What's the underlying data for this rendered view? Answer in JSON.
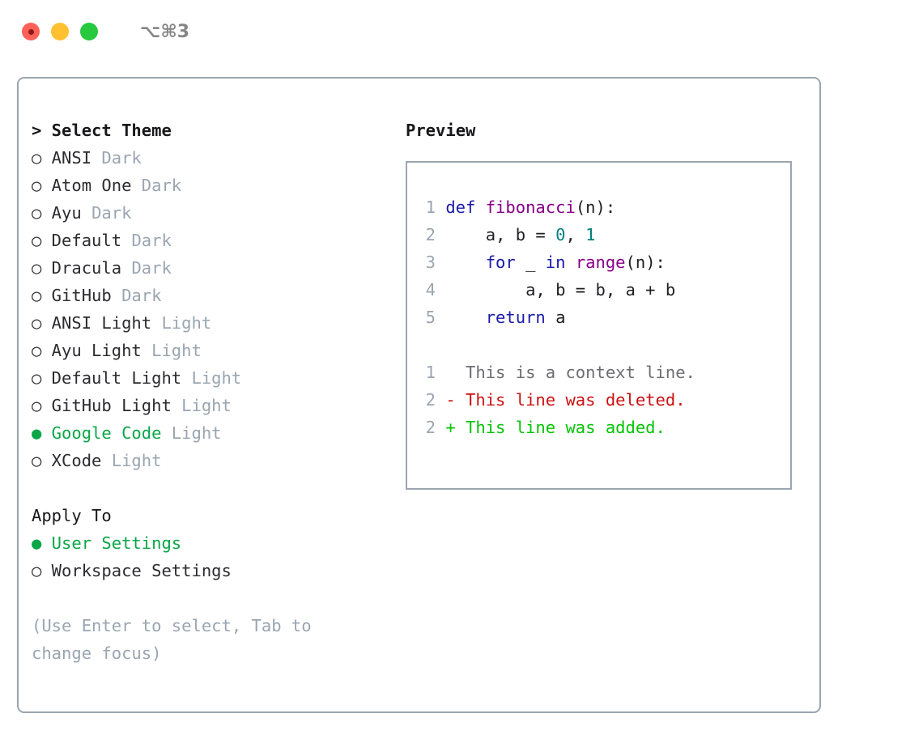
{
  "titlebar": {
    "shortcut": "⌥⌘3",
    "buttons": [
      {
        "name": "close",
        "color": "#ff6058"
      },
      {
        "name": "minimize",
        "color": "#ffc130"
      },
      {
        "name": "maximize",
        "color": "#27c93f"
      }
    ]
  },
  "theme_panel": {
    "heading": "> Select Theme",
    "bullet_selected": "●",
    "bullet_unselected": "○",
    "options": [
      {
        "bullet": "○",
        "name": "ANSI",
        "tag": "Dark",
        "selected": false
      },
      {
        "bullet": "○",
        "name": "Atom One",
        "tag": "Dark",
        "selected": false
      },
      {
        "bullet": "○",
        "name": "Ayu",
        "tag": "Dark",
        "selected": false
      },
      {
        "bullet": "○",
        "name": "Default",
        "tag": "Dark",
        "selected": false
      },
      {
        "bullet": "○",
        "name": "Dracula",
        "tag": "Dark",
        "selected": false
      },
      {
        "bullet": "○",
        "name": "GitHub",
        "tag": "Dark",
        "selected": false
      },
      {
        "bullet": "○",
        "name": "ANSI Light",
        "tag": "Light",
        "selected": false
      },
      {
        "bullet": "○",
        "name": "Ayu Light",
        "tag": "Light",
        "selected": false
      },
      {
        "bullet": "○",
        "name": "Default Light",
        "tag": "Light",
        "selected": false
      },
      {
        "bullet": "○",
        "name": "GitHub Light",
        "tag": "Light",
        "selected": false
      },
      {
        "bullet": "●",
        "name": "Google Code",
        "tag": "Light",
        "selected": true
      },
      {
        "bullet": "○",
        "name": "XCode",
        "tag": "Light",
        "selected": false
      }
    ]
  },
  "apply_panel": {
    "heading": "Apply To",
    "options": [
      {
        "bullet": "●",
        "name": "User Settings",
        "selected": true
      },
      {
        "bullet": "○",
        "name": "Workspace Settings",
        "selected": false
      }
    ]
  },
  "hint": "(Use Enter to select, Tab to change focus)",
  "preview": {
    "title": "Preview",
    "code_lines": [
      {
        "number": "1",
        "tokens": [
          {
            "t": "def",
            "c": "kw"
          },
          {
            "t": " ",
            "c": "plain"
          },
          {
            "t": "fibonacci",
            "c": "fn"
          },
          {
            "t": "(n):",
            "c": "plain"
          }
        ]
      },
      {
        "number": "2",
        "tokens": [
          {
            "t": "    a, b = ",
            "c": "plain"
          },
          {
            "t": "0",
            "c": "num"
          },
          {
            "t": ", ",
            "c": "plain"
          },
          {
            "t": "1",
            "c": "num"
          }
        ]
      },
      {
        "number": "3",
        "tokens": [
          {
            "t": "    ",
            "c": "plain"
          },
          {
            "t": "for",
            "c": "kw"
          },
          {
            "t": " _ ",
            "c": "plain"
          },
          {
            "t": "in",
            "c": "kw"
          },
          {
            "t": " ",
            "c": "plain"
          },
          {
            "t": "range",
            "c": "fn"
          },
          {
            "t": "(n):",
            "c": "plain"
          }
        ]
      },
      {
        "number": "4",
        "tokens": [
          {
            "t": "        a, b = b, a + b",
            "c": "plain"
          }
        ]
      },
      {
        "number": "5",
        "tokens": [
          {
            "t": "    ",
            "c": "plain"
          },
          {
            "t": "return",
            "c": "kw"
          },
          {
            "t": " a",
            "c": "plain"
          }
        ]
      }
    ],
    "diff_lines": [
      {
        "number": "1",
        "marker": " ",
        "text": "  This is a context line.",
        "kind": "d-ctx"
      },
      {
        "number": "2",
        "marker": "-",
        "text": "- This line was deleted.",
        "kind": "d-del"
      },
      {
        "number": "2",
        "marker": "+",
        "text": "+ This line was added.",
        "kind": "d-add"
      }
    ]
  },
  "colors": {
    "keyword": "#1a1aab",
    "function": "#880088",
    "number": "#008080",
    "selection_green": "#0aa648",
    "diff_added": "#06c406",
    "diff_deleted": "#cc1111",
    "muted": "#9aa5b1",
    "border": "#9aa5b1"
  }
}
